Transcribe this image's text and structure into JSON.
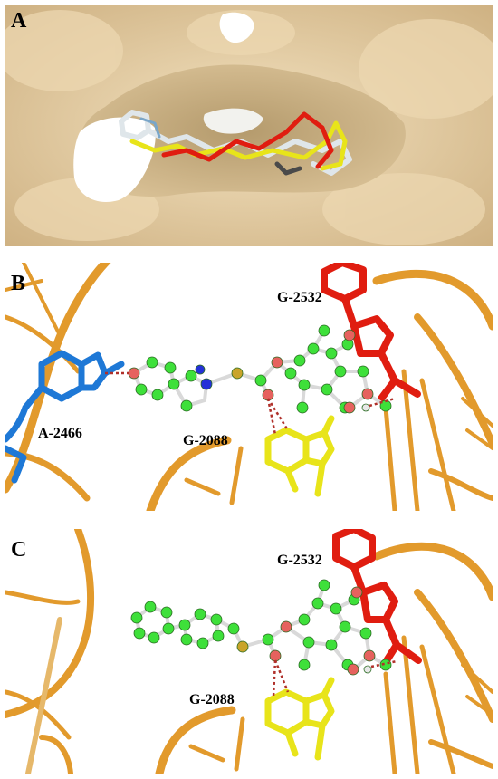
{
  "panels": [
    {
      "id": "A",
      "letter": "A"
    },
    {
      "id": "B",
      "letter": "B",
      "labels": [
        "G-2532",
        "A-2466",
        "G-2088"
      ]
    },
    {
      "id": "C",
      "letter": "C",
      "labels": [
        "G-2532",
        "G-2088"
      ]
    }
  ],
  "colors": {
    "surface": "#e6cfa4",
    "rna_backbone": "#e29a2c",
    "residue_red": "#e01d10",
    "residue_blue": "#1e78d6",
    "residue_yellow": "#e8e41a",
    "ligand_carbon": "#3ee03a",
    "oxygen": "#e6625e",
    "sulfur": "#c9a42a",
    "nitrogen": "#2431d8",
    "hbond": "#b0302a"
  }
}
